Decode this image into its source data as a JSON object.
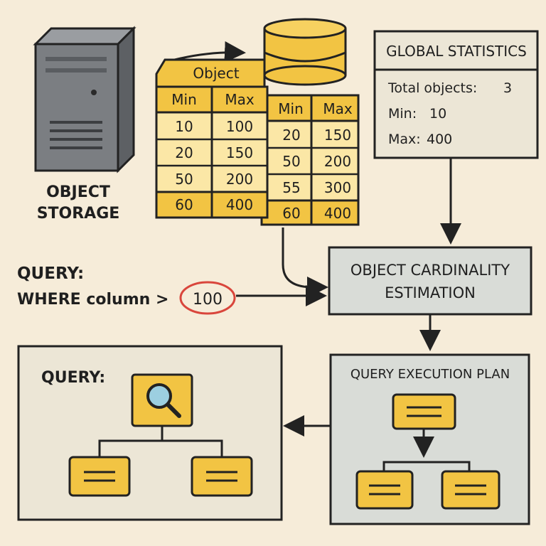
{
  "server": {
    "label_line1": "OBJECT",
    "label_line2": "STORAGE"
  },
  "object_table": {
    "title": "Object",
    "headers": [
      "Min",
      "Max"
    ],
    "rows": [
      [
        "10",
        "100"
      ],
      [
        "20",
        "150"
      ],
      [
        "50",
        "200"
      ],
      [
        "60",
        "400"
      ]
    ]
  },
  "back_table": {
    "headers": [
      "Min",
      "Max"
    ],
    "rows": [
      [
        "20",
        "150"
      ],
      [
        "50",
        "200"
      ],
      [
        "55",
        "300"
      ],
      [
        "60",
        "400"
      ]
    ]
  },
  "global_stats": {
    "title": "GLOBAL STATISTICS",
    "total_label": "Total objects:",
    "total_value": "3",
    "min_label": "Min:",
    "min_value": "10",
    "max_label": "Max:",
    "max_value": "400"
  },
  "query": {
    "label": "QUERY:",
    "clause": "WHERE column >",
    "value": "100"
  },
  "estimation": {
    "line1": "OBJECT CARDINALITY",
    "line2": "ESTIMATION"
  },
  "plan": {
    "title": "QUERY EXECUTION PLAN"
  },
  "result": {
    "title": "QUERY:"
  },
  "colors": {
    "background": "#f6ecd9",
    "yellow": "#f2c443",
    "light_yellow": "#fbe7a6",
    "panel_gray": "#d9dcd7",
    "panel_light": "#ece6d6",
    "server_gray": "#7b7e82",
    "highlight_red": "#d9463c"
  },
  "icons": [
    "server-icon",
    "database-icon",
    "magnifier-icon",
    "list-icon"
  ]
}
